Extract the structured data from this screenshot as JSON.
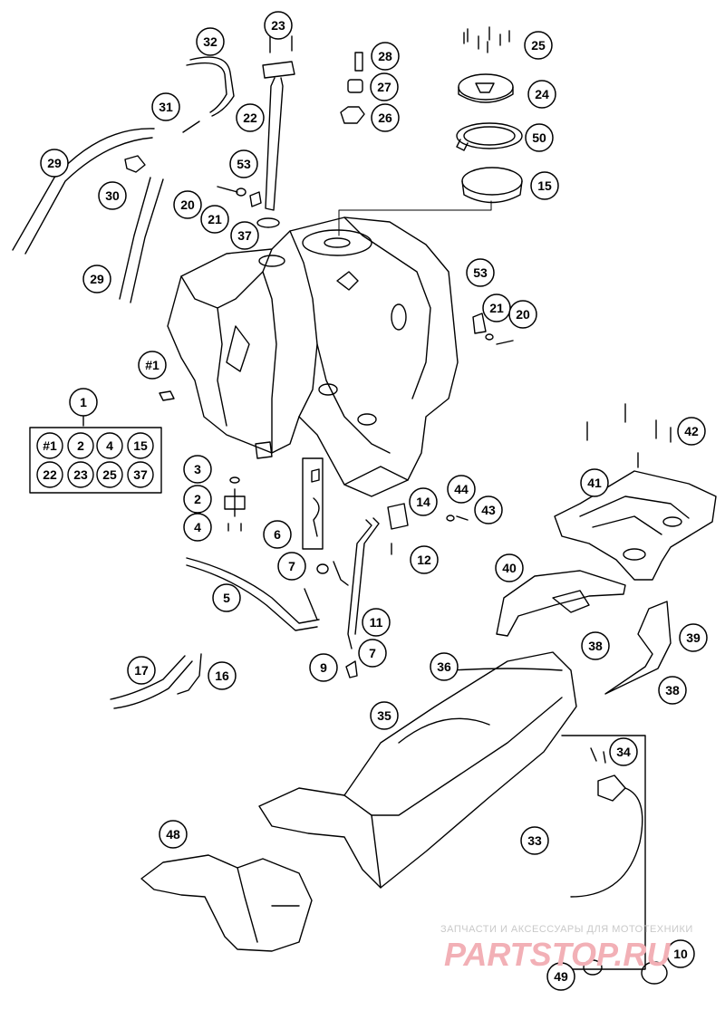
{
  "diagram": {
    "callouts": [
      {
        "id": "c23",
        "label": "23"
      },
      {
        "id": "c32",
        "label": "32"
      },
      {
        "id": "c28",
        "label": "28"
      },
      {
        "id": "c25",
        "label": "25"
      },
      {
        "id": "c27",
        "label": "27"
      },
      {
        "id": "c24",
        "label": "24"
      },
      {
        "id": "c31",
        "label": "31"
      },
      {
        "id": "c22",
        "label": "22"
      },
      {
        "id": "c26",
        "label": "26"
      },
      {
        "id": "c50",
        "label": "50"
      },
      {
        "id": "c29a",
        "label": "29"
      },
      {
        "id": "c53a",
        "label": "53"
      },
      {
        "id": "c30",
        "label": "30"
      },
      {
        "id": "c20a",
        "label": "20"
      },
      {
        "id": "c21a",
        "label": "21"
      },
      {
        "id": "c15",
        "label": "15"
      },
      {
        "id": "c37",
        "label": "37"
      },
      {
        "id": "c29b",
        "label": "29"
      },
      {
        "id": "c53b",
        "label": "53"
      },
      {
        "id": "c21b",
        "label": "21"
      },
      {
        "id": "c20b",
        "label": "20"
      },
      {
        "id": "c1main",
        "label": "#1"
      },
      {
        "id": "c1",
        "label": "1"
      },
      {
        "id": "c42",
        "label": "42"
      },
      {
        "id": "c3",
        "label": "3"
      },
      {
        "id": "c41",
        "label": "41"
      },
      {
        "id": "c2",
        "label": "2"
      },
      {
        "id": "c14",
        "label": "14"
      },
      {
        "id": "c44",
        "label": "44"
      },
      {
        "id": "c43",
        "label": "43"
      },
      {
        "id": "c4",
        "label": "4"
      },
      {
        "id": "c6",
        "label": "6"
      },
      {
        "id": "c12",
        "label": "12"
      },
      {
        "id": "c7a",
        "label": "7"
      },
      {
        "id": "c40",
        "label": "40"
      },
      {
        "id": "c5",
        "label": "5"
      },
      {
        "id": "c11",
        "label": "11"
      },
      {
        "id": "c39",
        "label": "39"
      },
      {
        "id": "c38a",
        "label": "38"
      },
      {
        "id": "c9",
        "label": "9"
      },
      {
        "id": "c7b",
        "label": "7"
      },
      {
        "id": "c17",
        "label": "17"
      },
      {
        "id": "c36",
        "label": "36"
      },
      {
        "id": "c16",
        "label": "16"
      },
      {
        "id": "c38b",
        "label": "38"
      },
      {
        "id": "c35",
        "label": "35"
      },
      {
        "id": "c34",
        "label": "34"
      },
      {
        "id": "c33",
        "label": "33"
      },
      {
        "id": "c48",
        "label": "48"
      },
      {
        "id": "c10",
        "label": "10"
      },
      {
        "id": "c49",
        "label": "49"
      }
    ],
    "kit_table": {
      "cells": [
        "#1",
        "2",
        "4",
        "15",
        "22",
        "23",
        "25",
        "37"
      ]
    }
  },
  "watermark": {
    "line1": "ЗАПЧАСТИ И АКСЕССУАРЫ ДЛЯ МОТОТЕХНИКИ",
    "brand": "PARTSTOP.RU"
  }
}
